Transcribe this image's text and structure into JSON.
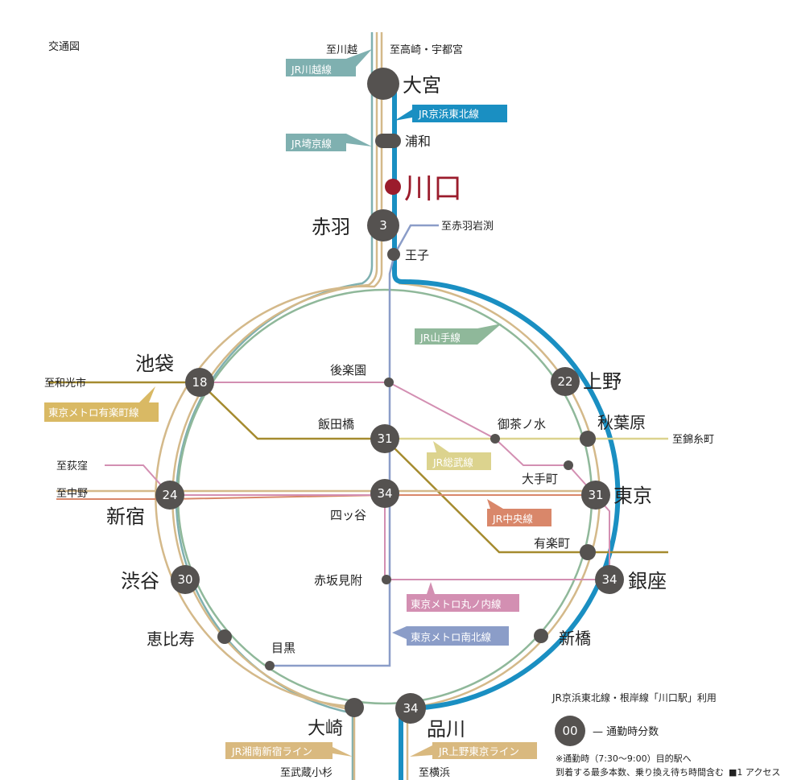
{
  "title": "交通図",
  "colors": {
    "keihin": "#1a8fc2",
    "saikyo": "#7fb0b0",
    "tan": "#d4b98a",
    "yamanote": "#8fb89a",
    "marunouchi": "#d38fb2",
    "yurakucho": "#a58b2f",
    "sobu": "#dcd38e",
    "chuo": "#d9876a",
    "namboku": "#8b9dc8",
    "station": "#555250",
    "kawaguchi": "#9b1c2c"
  },
  "directions": {
    "kawagoe": "至川越",
    "takasaki": "至高崎・宇都宮",
    "akabaneiwabuchi": "至赤羽岩渕",
    "wakoshi": "至和光市",
    "ogikubo": "至荻窪",
    "nakano": "至中野",
    "kinshicho": "至錦糸町",
    "musashikosugi": "至武蔵小杉",
    "yokohama": "至横浜"
  },
  "lines": {
    "kawagoe": "JR川越線",
    "keihin": "JR京浜東北線",
    "saikyo": "JR埼京線",
    "yamanote": "JR山手線",
    "yurakucho": "東京メトロ有楽町線",
    "sobu": "JR総武線",
    "chuo": "JR中央線",
    "marunouchi": "東京メトロ丸ノ内線",
    "namboku": "東京メトロ南北線",
    "shonan": "JR湘南新宿ライン",
    "ueno_tokyo": "JR上野東京ライン"
  },
  "stations": {
    "omiya": "大宮",
    "urawa": "浦和",
    "kawaguchi": "川口",
    "akabane": {
      "name": "赤羽",
      "time": "3"
    },
    "oji": "王子",
    "korakuen": "後楽園",
    "iidabashi": {
      "name": "飯田橋",
      "time": "31"
    },
    "ochanomizu": "御茶ノ水",
    "akihabara": "秋葉原",
    "otemachi": "大手町",
    "ikebukuro": {
      "name": "池袋",
      "time": "18"
    },
    "ueno": {
      "name": "上野",
      "time": "22"
    },
    "shinjuku": {
      "name": "新宿",
      "time": "24"
    },
    "yotsuya": {
      "name": "四ッ谷",
      "time": "34"
    },
    "tokyo": {
      "name": "東京",
      "time": "31"
    },
    "yurakucho": "有楽町",
    "shibuya": {
      "name": "渋谷",
      "time": "30"
    },
    "akasakamitsuke": "赤坂見附",
    "ginza": {
      "name": "銀座",
      "time": "34"
    },
    "ebisu": "恵比寿",
    "meguro": "目黒",
    "shimbashi": "新橋",
    "osaki": "大崎",
    "shinagawa": {
      "name": "品川",
      "time": "34"
    }
  },
  "legend": {
    "heading": "JR京浜東北線・根岸線「川口駅」利用",
    "sample": "00",
    "meaning": "— 通勤時分数",
    "note1": "※通勤時（7:30～9:00）目的駅へ",
    "note2": "到着する最多本数、乗り換え待ち時間含む",
    "figure": "■1 アクセス"
  }
}
